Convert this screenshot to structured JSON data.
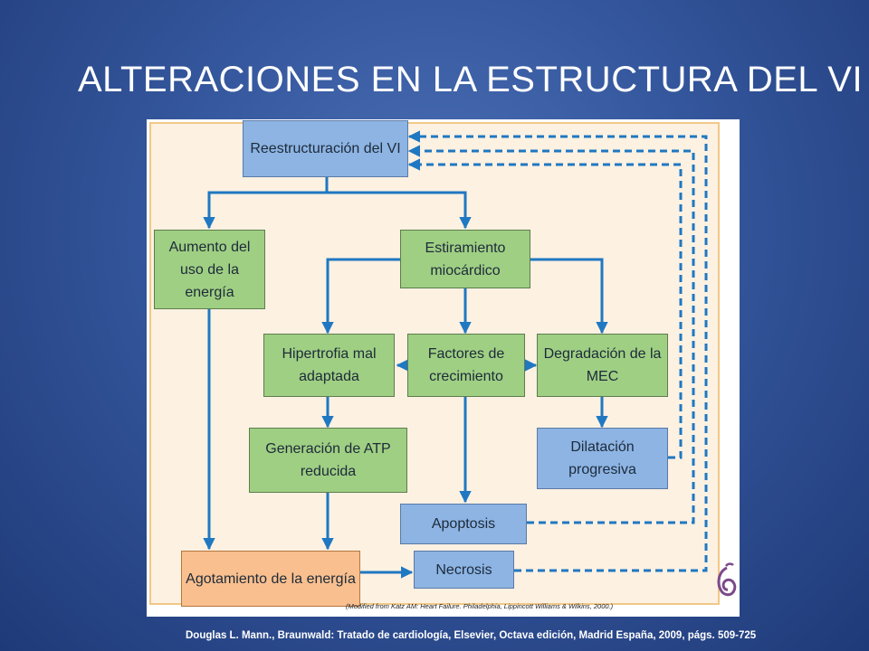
{
  "title": "ALTERACIONES EN LA ESTRUCTURA DEL VI",
  "boxes": {
    "reestructuracion": "Reestructuración del VI",
    "aumento": "Aumento del uso de la energía",
    "estiramiento": "Estiramiento miocárdico",
    "hipertrofia": "Hipertrofia mal adaptada",
    "factores": "Factores de crecimiento",
    "degradacion": "Degradación de la MEC",
    "generacion": "Generación de ATP reducida",
    "dilatacion": "Dilatación progresiva",
    "apoptosis": "Apoptosis",
    "agotamiento": "Agotamiento de la energía",
    "necrosis": "Necrosis"
  },
  "credit": "(Modified from Katz AM: Heart Failure. Philadelphia, Lippincott Williams & Wilkins, 2000.)",
  "reference": "Douglas L. Mann., Braunwald: Tratado de cardiología, Elsevier, Octava edición, Madrid España, 2009, págs. 509-725",
  "colors": {
    "arrow": "#1f78c1",
    "green_box": "#9fcf83",
    "blue_box": "#8db4e3",
    "orange_box": "#f9bf8e",
    "panel": "#fdf1e2"
  }
}
